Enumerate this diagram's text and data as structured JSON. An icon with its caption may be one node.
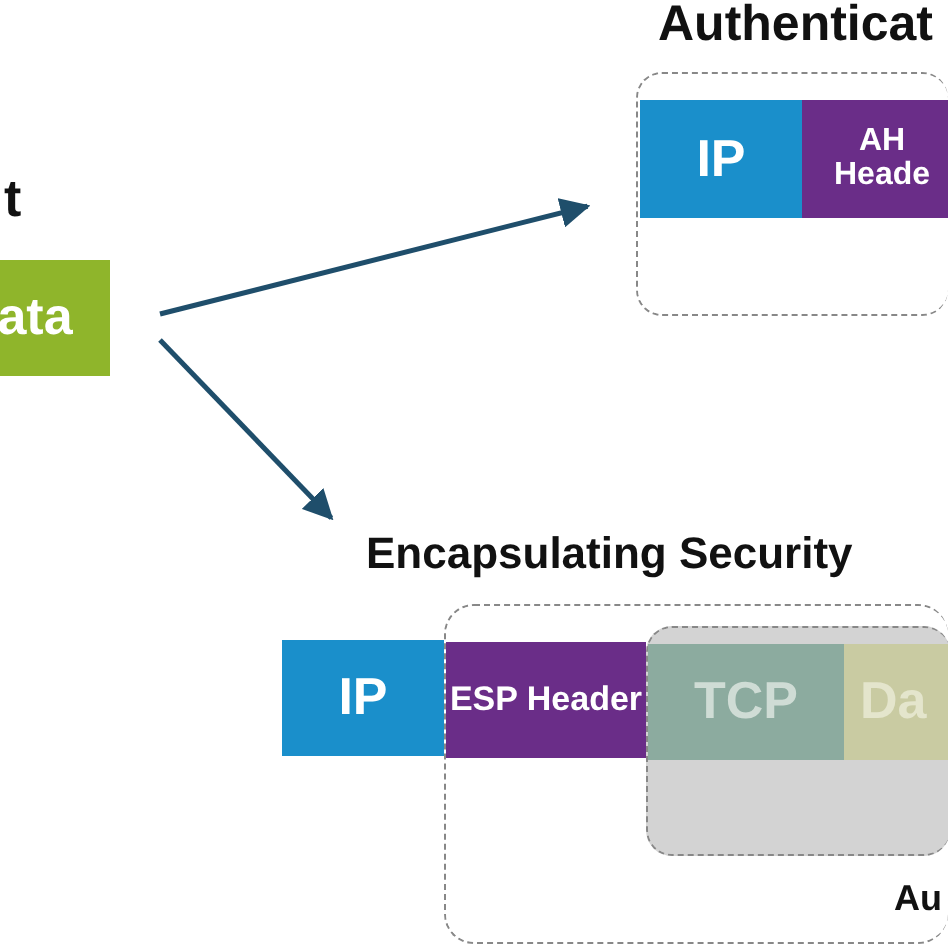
{
  "diagram": {
    "nodes": [
      {
        "text": [
          "ata"
        ]
      },
      {
        "text": [],
        "shape": "box"
      },
      {
        "text": [
          "IP"
        ],
        "in": 1
      },
      {
        "text": [
          "AH Heade"
        ],
        "in": 1
      },
      {
        "text": [
          "Encapsulating Security"
        ]
      },
      {
        "text": [
          "IP"
        ]
      },
      {
        "text": [
          "Au"
        ]
      },
      {
        "text": [
          "ESP Header"
        ],
        "in": 6
      },
      {
        "text": [],
        "shape": "box",
        "in": 6
      },
      {
        "text": [
          "TCP"
        ],
        "in": 8
      },
      {
        "text": [
          "Da"
        ],
        "in": 8
      }
    ],
    "edges": [
      {
        "from": 0,
        "to": 1,
        "arrow": "to"
      },
      {
        "from": 0,
        "to": 4,
        "arrow": "to"
      }
    ],
    "labels": [
      "t",
      "Authenticat"
    ]
  }
}
